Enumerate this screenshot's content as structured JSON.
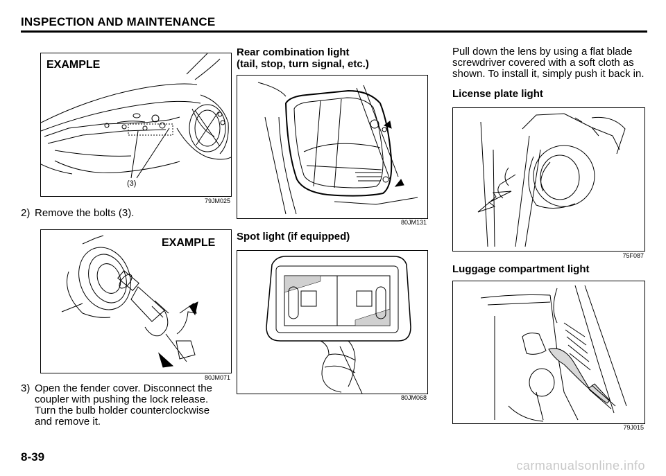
{
  "header": {
    "title": "INSPECTION AND MAINTENANCE"
  },
  "page_number": "8-39",
  "watermark": "carmanualsonline.info",
  "col1": {
    "fig1": {
      "example_label": "EXAMPLE",
      "callout": "(3)",
      "code": "79JM025"
    },
    "step2": {
      "num": "2)",
      "text": "Remove the bolts (3)."
    },
    "fig2": {
      "example_label": "EXAMPLE",
      "code": "80JM071"
    },
    "step3": {
      "num": "3)",
      "lines": [
        "Open the fender cover. Disconnect the",
        "coupler with pushing the lock release.",
        "Turn the bulb holder counterclockwise",
        "and remove it."
      ]
    }
  },
  "col2": {
    "heading1": [
      "Rear combination light",
      "(tail, stop, turn signal, etc.)"
    ],
    "fig3": {
      "code": "80JM131"
    },
    "heading2": "Spot light (if equipped)",
    "fig4": {
      "code": "80JM068"
    }
  },
  "col3": {
    "para": [
      "Pull down the lens by using a flat blade",
      "screwdriver covered with a soft cloth as",
      "shown. To install it, simply push it back in."
    ],
    "heading1": "License plate light",
    "fig5": {
      "code": "75F087"
    },
    "heading2": "Luggage compartment light",
    "fig6": {
      "code": "79J015"
    }
  }
}
